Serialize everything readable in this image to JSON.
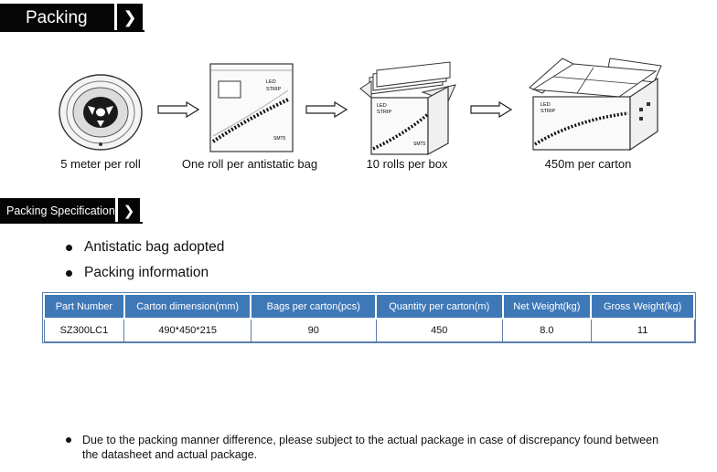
{
  "packing_header": {
    "title": "Packing",
    "chevron": "❯"
  },
  "steps": [
    {
      "caption": "5 meter per roll",
      "illustration": "led-reel-icon"
    },
    {
      "caption": "One roll per antistatic  bag",
      "illustration": "antistatic-bag-icon",
      "bag_text_1": "LED",
      "bag_text_2": "STRIP",
      "bag_text_3": "SMT5"
    },
    {
      "caption": "10 rolls per box",
      "illustration": "inner-box-icon",
      "box_text_1": "LED",
      "box_text_2": "STRIP",
      "box_text_3": "SMT5"
    },
    {
      "caption": "450m per carton",
      "illustration": "carton-icon",
      "carton_text_1": "LED",
      "carton_text_2": "STRIP"
    }
  ],
  "spec_header": {
    "title": "Packing Specification",
    "chevron": "❯"
  },
  "bullets": [
    "Antistatic bag adopted",
    "Packing information"
  ],
  "table": {
    "headers": [
      "Part Number",
      "Carton dimension(mm)",
      "Bags per carton(pcs)",
      "Quantity per carton(m)",
      "Net Weight(kg)",
      "Gross Weight(kg)"
    ],
    "rows": [
      [
        "SZ300LC1",
        "490*450*215",
        "90",
        "450",
        "8.0",
        "11"
      ]
    ]
  },
  "note": "Due to the packing manner difference, please subject to the actual package in case of discrepancy found between the datasheet and actual package."
}
